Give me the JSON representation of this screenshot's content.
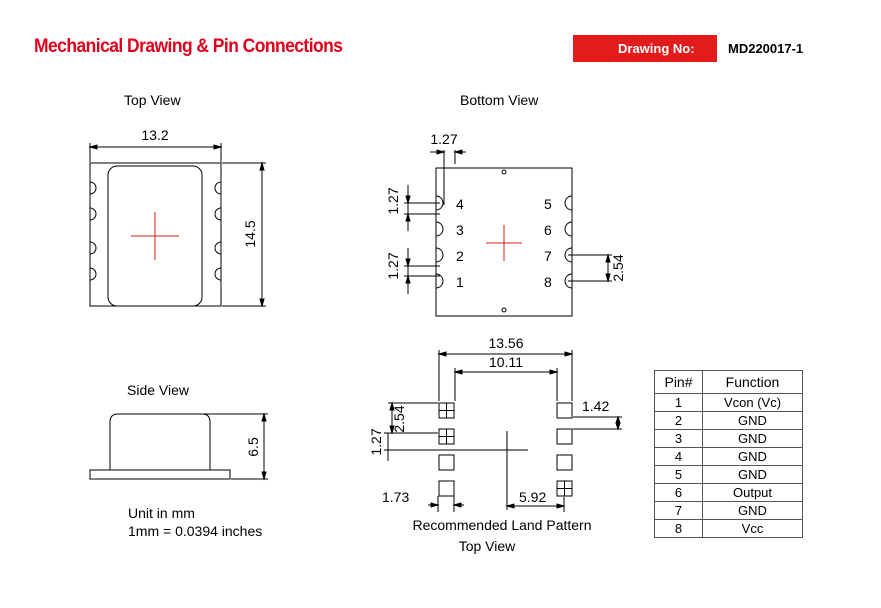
{
  "header": {
    "title": "Mechanical Drawing & Pin Connections",
    "drawing_label": "Drawing No:",
    "drawing_number": "MD220017-1"
  },
  "top_view": {
    "label": "Top View",
    "width_dim": "13.2",
    "height_dim": "14.5"
  },
  "bottom_view": {
    "label": "Bottom View",
    "pitch_top": "1.27",
    "pitch_left_upper": "1.27",
    "pitch_left_lower": "1.27",
    "pitch_right": "2.54",
    "pins_left": [
      "4",
      "3",
      "2",
      "1"
    ],
    "pins_right": [
      "5",
      "6",
      "7",
      "8"
    ]
  },
  "side_view": {
    "label": "Side View",
    "height_dim": "6.5"
  },
  "land_pattern": {
    "overall_width": "13.56",
    "inner_width": "10.11",
    "pad_height": "1.42",
    "pitch_a": "2.54",
    "pitch_b": "1.27",
    "pad_width": "1.73",
    "center_offset": "5.92",
    "caption": "Recommended Land Pattern",
    "caption_sub": "Top View"
  },
  "units": {
    "line1": "Unit in mm",
    "line2": "1mm = 0.0394 inches"
  },
  "pin_table": {
    "headers": [
      "Pin#",
      "Function"
    ],
    "rows": [
      {
        "pin": "1",
        "function": "Vcon (Vc)"
      },
      {
        "pin": "2",
        "function": "GND"
      },
      {
        "pin": "3",
        "function": "GND"
      },
      {
        "pin": "4",
        "function": "GND"
      },
      {
        "pin": "5",
        "function": "GND"
      },
      {
        "pin": "6",
        "function": "Output"
      },
      {
        "pin": "7",
        "function": "GND"
      },
      {
        "pin": "8",
        "function": "Vcc"
      }
    ]
  },
  "colors": {
    "brand_red": "#e0001b",
    "accent_red": "#e31b1b",
    "crosshair": "#d81e1e"
  }
}
